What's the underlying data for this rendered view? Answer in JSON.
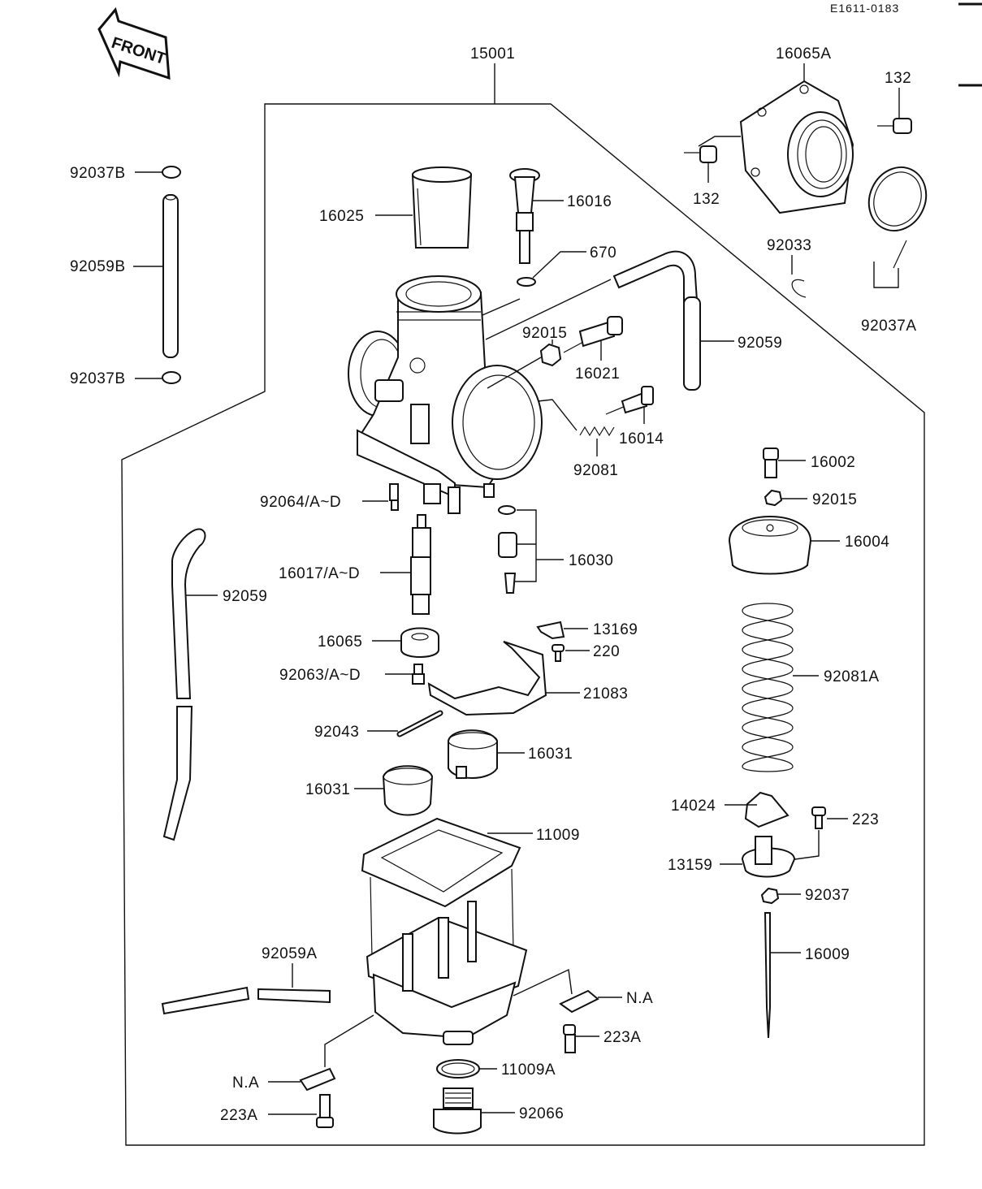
{
  "diagram": {
    "code": "E1611-0183",
    "front_label": "FRONT",
    "labels": {
      "p15001": "15001",
      "p16065A": "16065A",
      "p132a": "132",
      "p132b": "132",
      "p92037B_top": "92037B",
      "p92059B": "92059B",
      "p92037B_bot": "92037B",
      "p16025": "16025",
      "p16016": "16016",
      "p670": "670",
      "p92033": "92033",
      "p92037A": "92037A",
      "p92015a": "92015",
      "p16021": "16021",
      "p92059_right": "92059",
      "p16014": "16014",
      "p92081": "92081",
      "p16002": "16002",
      "p92015b": "92015",
      "p16004": "16004",
      "p92064": "92064/A~D",
      "p16030": "16030",
      "p92059_left": "92059",
      "p16017": "16017/A~D",
      "p13169": "13169",
      "p220": "220",
      "p16065": "16065",
      "p92063": "92063/A~D",
      "p21083": "21083",
      "p92081A": "92081A",
      "p92043": "92043",
      "p16031a": "16031",
      "p16031b": "16031",
      "p14024": "14024",
      "p223": "223",
      "p11009": "11009",
      "p13159": "13159",
      "p92037": "92037",
      "p92059A": "92059A",
      "p16009": "16009",
      "pNA_right": "N.A",
      "p223A_right": "223A",
      "pNA_left": "N.A",
      "p11009A": "11009A",
      "p223A_left": "223A",
      "p92066": "92066"
    }
  }
}
